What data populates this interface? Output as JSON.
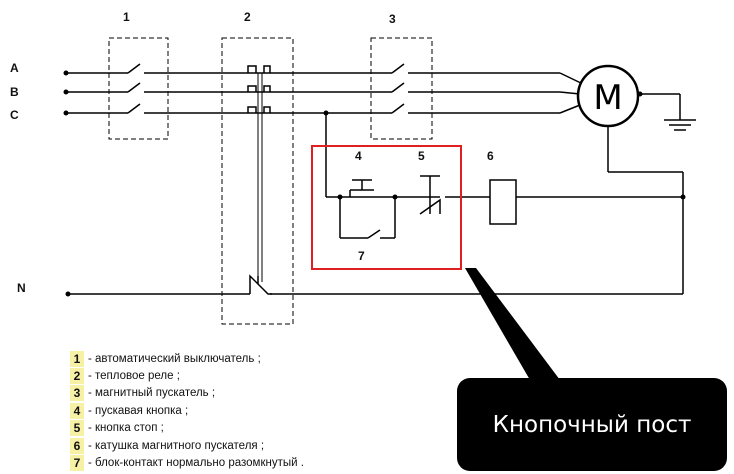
{
  "phases": [
    "A",
    "B",
    "C"
  ],
  "neutral": "N",
  "blocks": {
    "b1": "1",
    "b2": "2",
    "b3": "3",
    "b4": "4",
    "b5": "5",
    "b6": "6",
    "b7": "7"
  },
  "motor_symbol": "M",
  "callout": "Кнопочный пост",
  "legend": [
    {
      "num": "1",
      "text": " - автоматический выключатель ;"
    },
    {
      "num": "2",
      "text": " - тепловое реле ;"
    },
    {
      "num": "3",
      "text": " - магнитный пускатель ;"
    },
    {
      "num": "4",
      "text": " - пускавая кнопка ;"
    },
    {
      "num": "5",
      "text": " - кнопка стоп ;"
    },
    {
      "num": "6",
      "text": " - катушка магнитного пускателя ;"
    },
    {
      "num": "7",
      "text": " - блок-контакт нормально разомкнутый ."
    }
  ],
  "colors": {
    "highlight_box": "#e02020",
    "legend_num_bg": "#f7f1a6",
    "callout_bg": "#000000",
    "callout_text": "#ffffff"
  }
}
